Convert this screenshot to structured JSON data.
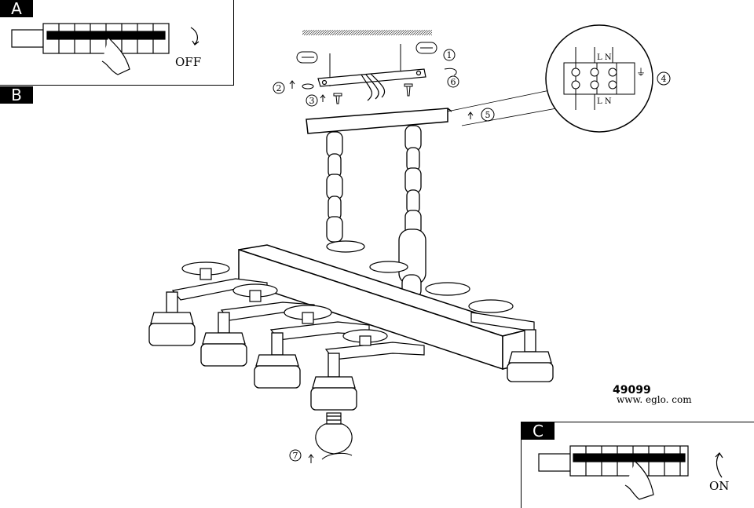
{
  "panel_a": {
    "label": "A",
    "state": "OFF"
  },
  "panel_b": {
    "label": "B"
  },
  "panel_c": {
    "label": "C",
    "state": "ON"
  },
  "steps": [
    "1",
    "2",
    "3",
    "4",
    "5",
    "6",
    "7"
  ],
  "product": {
    "number": "49099",
    "website": "www. eglo. com"
  },
  "terminal": {
    "top": "L   N",
    "bottom": "L   N"
  }
}
